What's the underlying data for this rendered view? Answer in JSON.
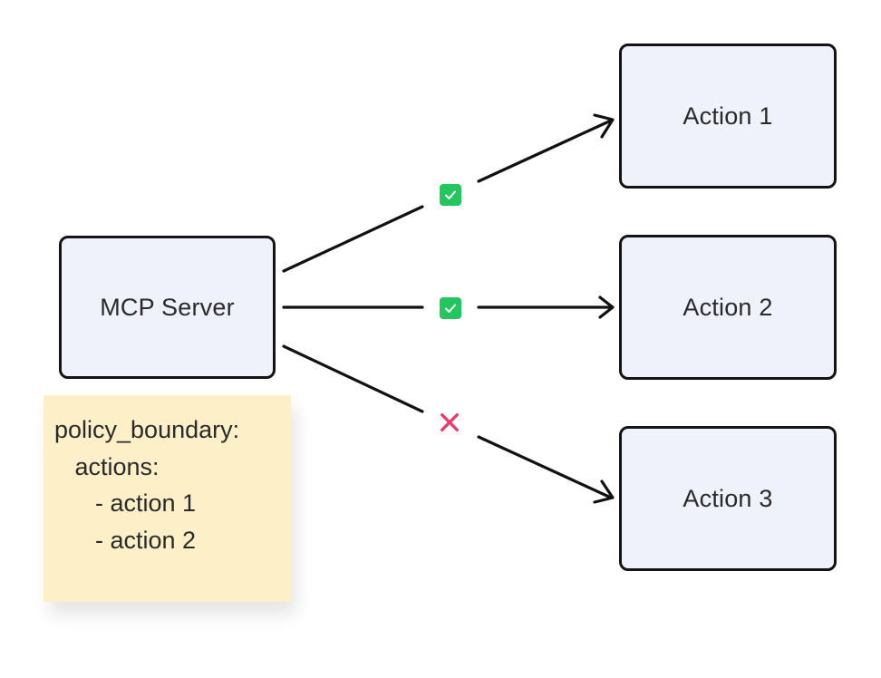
{
  "source_node": {
    "label": "MCP Server"
  },
  "actions": [
    {
      "label": "Action 1",
      "status": "allowed",
      "status_icon": "check-icon",
      "status_color": "#22c55e"
    },
    {
      "label": "Action 2",
      "status": "allowed",
      "status_icon": "check-icon",
      "status_color": "#22c55e"
    },
    {
      "label": "Action 3",
      "status": "denied",
      "status_icon": "cross-icon",
      "status_color": "#ee3b6b"
    }
  ],
  "policy": {
    "lines": [
      "policy_boundary:",
      "   actions:",
      "      - action 1",
      "      - action 2"
    ]
  },
  "colors": {
    "node_fill": "#eff1fb",
    "node_border": "#141414",
    "note_fill": "#fdf0c9",
    "allow": "#22c55e",
    "deny": "#ee3b6b"
  }
}
